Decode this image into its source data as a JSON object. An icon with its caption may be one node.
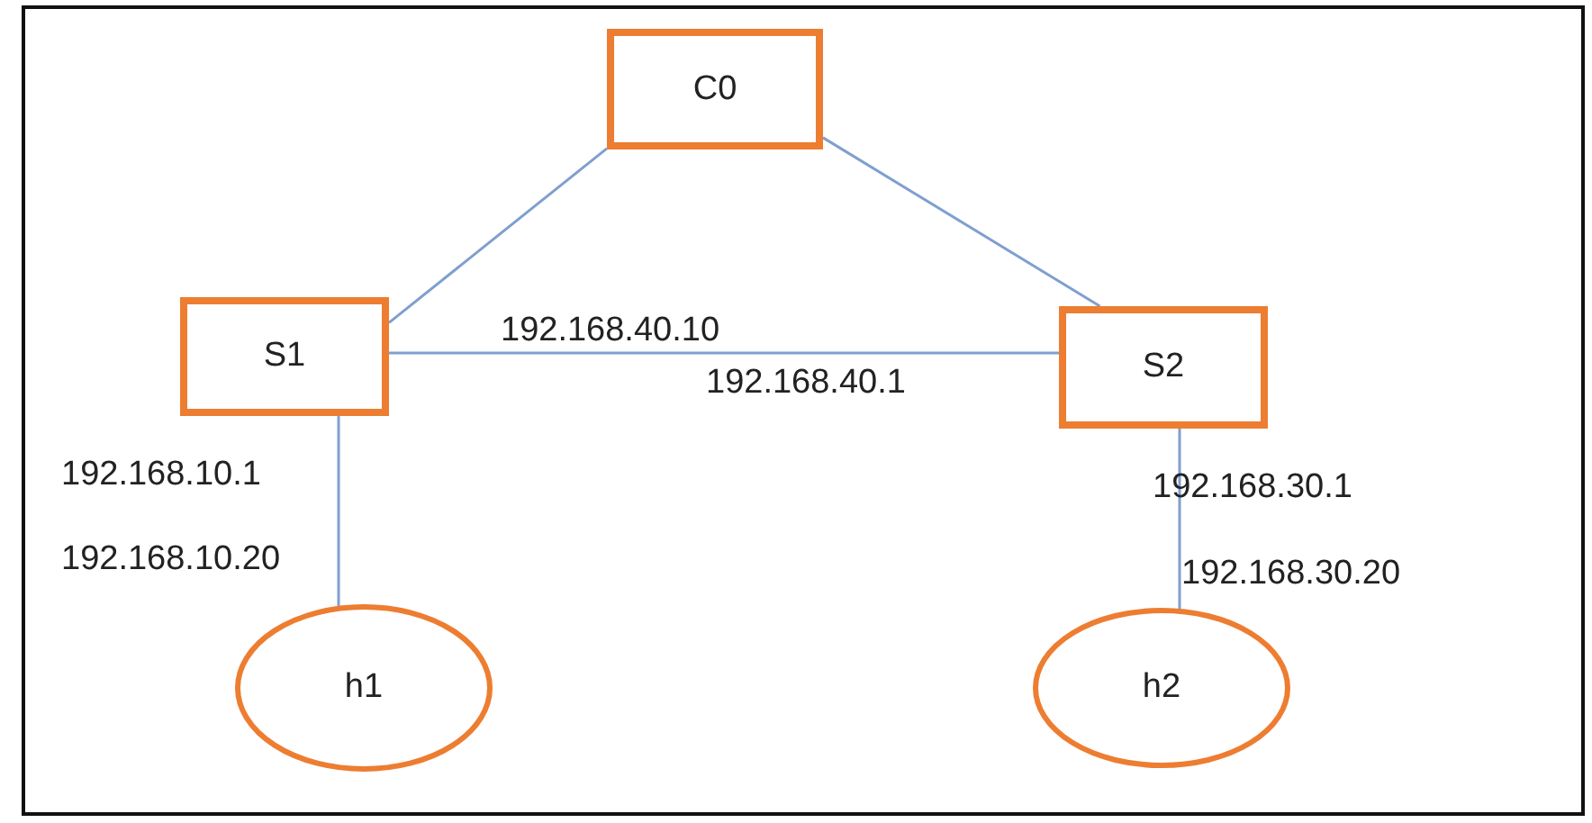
{
  "diagram": {
    "nodes": [
      {
        "text": [
          "C0"
        ]
      },
      {
        "text": [
          "S1"
        ]
      },
      {
        "text": [
          "S2"
        ]
      },
      {
        "text": [
          "h1"
        ]
      },
      {
        "text": [
          "h2"
        ]
      }
    ],
    "edges": [
      {
        "from": 0,
        "to": 1,
        "arrow": "none"
      },
      {
        "from": 0,
        "to": 2,
        "arrow": "none"
      },
      {
        "from": 1,
        "to": 2,
        "arrow": "none"
      },
      {
        "from": 1,
        "to": 3,
        "arrow": "none"
      },
      {
        "from": 2,
        "to": 4,
        "arrow": "none"
      }
    ],
    "labels": [
      "192.168.40.10",
      "192.168.40.1",
      "192.168.10.1",
      "192.168.30.1",
      "192.168.10.20",
      "192.168.30.20"
    ]
  }
}
